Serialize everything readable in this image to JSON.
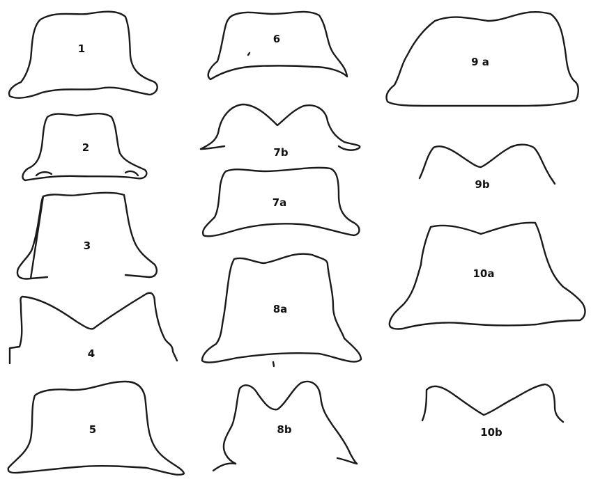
{
  "figures": [
    {
      "id": "f1",
      "label": "1"
    },
    {
      "id": "f2",
      "label": "2"
    },
    {
      "id": "f3",
      "label": "3"
    },
    {
      "id": "f4",
      "label": "4"
    },
    {
      "id": "f5",
      "label": "5"
    },
    {
      "id": "f6",
      "label": "6"
    },
    {
      "id": "f7b",
      "label": "7b"
    },
    {
      "id": "f7a",
      "label": "7a"
    },
    {
      "id": "f8a",
      "label": "8a"
    },
    {
      "id": "f8b",
      "label": "8b"
    },
    {
      "id": "f9a",
      "label": "9 a"
    },
    {
      "id": "f9b",
      "label": "9b"
    },
    {
      "id": "f10a",
      "label": "10a"
    },
    {
      "id": "f10b",
      "label": "10b"
    }
  ]
}
